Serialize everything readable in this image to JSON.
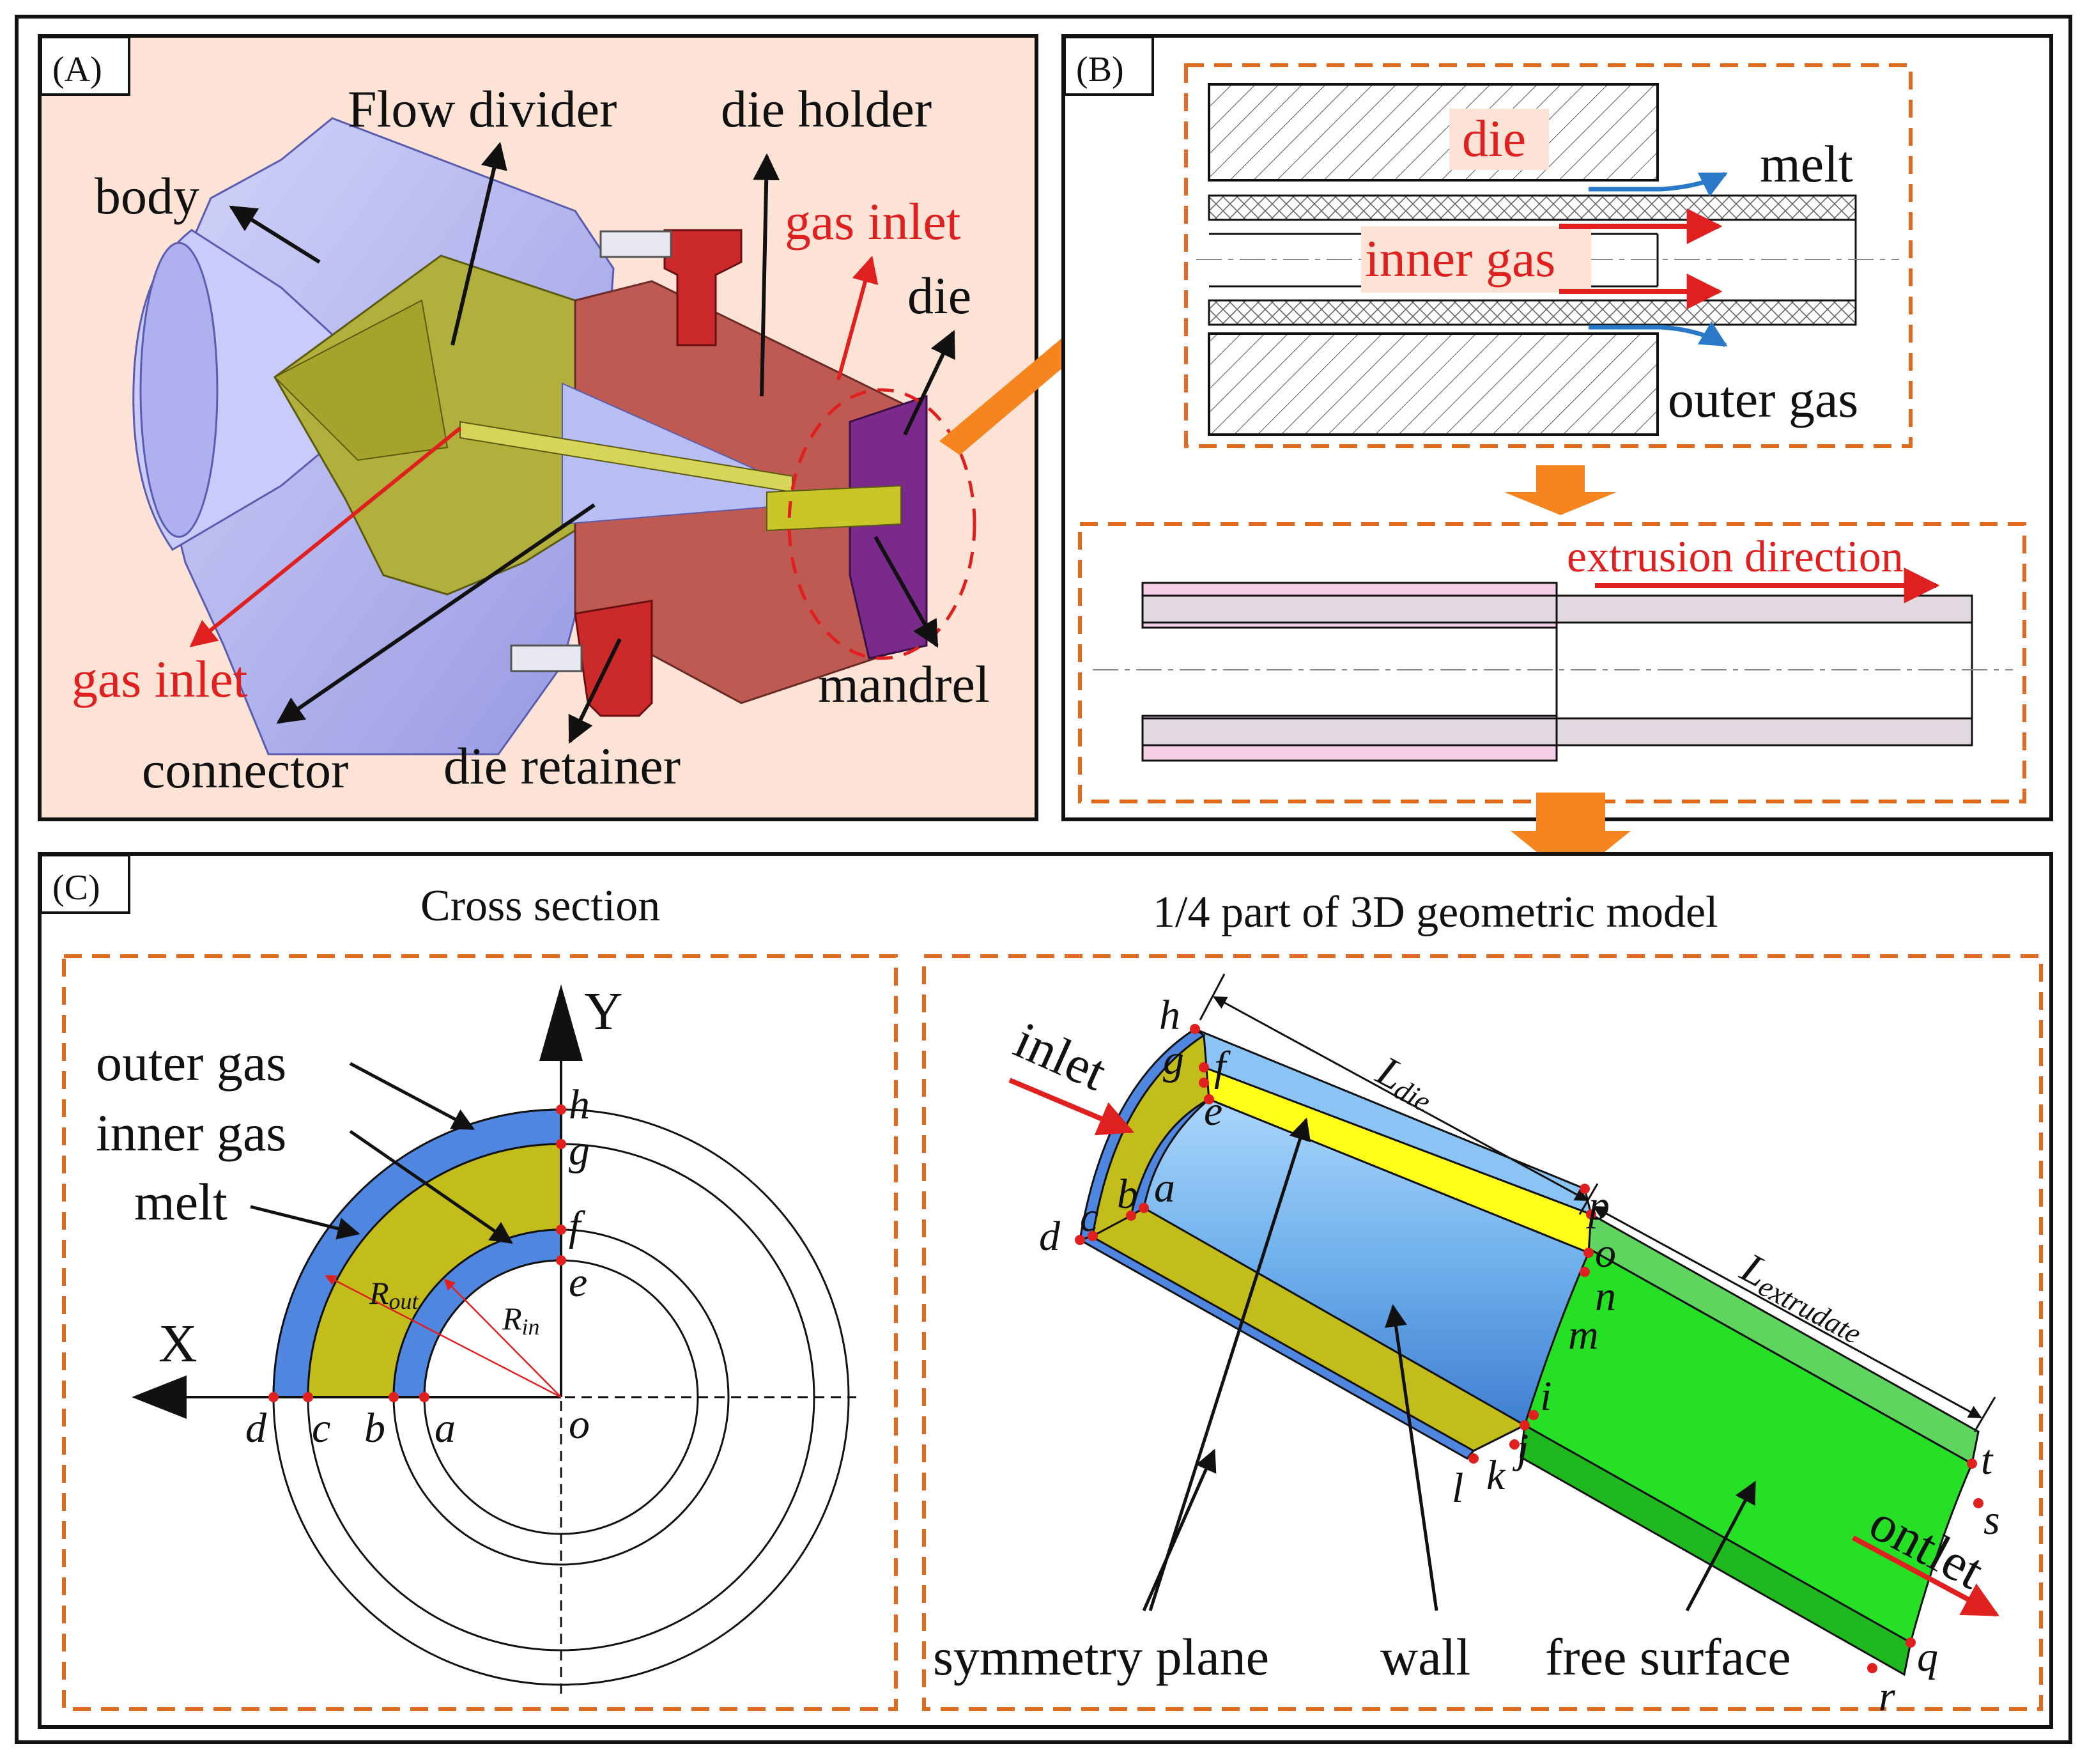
{
  "panels": {
    "a": {
      "tag": "(A)",
      "labels": {
        "body": "body",
        "flow_divider": "Flow divider",
        "die_holder": "die holder",
        "gas_inlet_top": "gas inlet",
        "die": "die",
        "gas_inlet_bottom": "gas inlet",
        "connector": "connector",
        "die_retainer": "die retainer",
        "mandrel": "mandrel"
      }
    },
    "b": {
      "tag": "(B)",
      "labels": {
        "die": "die",
        "melt": "melt",
        "inner_gas": "inner gas",
        "outer_gas": "outer gas",
        "extrusion_direction": "extrusion direction"
      }
    },
    "c": {
      "tag": "(C)",
      "cross_section": {
        "title": "Cross section",
        "outer_gas": "outer gas",
        "inner_gas": "inner gas",
        "melt": "melt",
        "axis_x": "X",
        "axis_y": "Y",
        "r_out_main": "R",
        "r_out_sub": "out",
        "r_in_main": "R",
        "r_in_sub": "in",
        "points": {
          "a": "a",
          "b": "b",
          "c": "c",
          "d": "d",
          "e": "e",
          "f": "f",
          "g": "g",
          "h": "h",
          "o": "o"
        }
      },
      "model_3d": {
        "title": "1/4 part of 3D geometric model",
        "inlet": "inlet",
        "outlet": "ontlet",
        "l_die_main": "L",
        "l_die_sub": "die",
        "l_extrudate_main": "L",
        "l_extrudate_sub": "extrudate",
        "symmetry_plane": "symmetry plane",
        "wall": "wall",
        "free_surface": "free surface",
        "points": {
          "a": "a",
          "b": "b",
          "c": "c",
          "d": "d",
          "e": "e",
          "f": "f",
          "g": "g",
          "h": "h",
          "i": "i",
          "j": "j",
          "k": "k",
          "l": "l",
          "m": "m",
          "n": "n",
          "o": "o",
          "p": "p",
          "q": "q",
          "r": "r",
          "s": "s",
          "t": "t"
        }
      }
    }
  },
  "colors": {
    "panel_a_background": "#fde3d6",
    "outer_gas": "#4f86e0",
    "melt": "#c2bd1a",
    "melt_3d_top": "#ffff1a",
    "mandrel_3d": "#8ac4f5",
    "extrudate": "#25e025",
    "die_red": "#bf5a52",
    "body_lavender": "#b9bbf2",
    "connector_olive": "#b2b03c",
    "mandrel_purple": "#7a2a8a",
    "dashed_box": "#e06a1e",
    "arrow_orange": "#f7851f",
    "label_red": "#e01f1f",
    "gas_arrow_blue": "#2a78c8"
  }
}
